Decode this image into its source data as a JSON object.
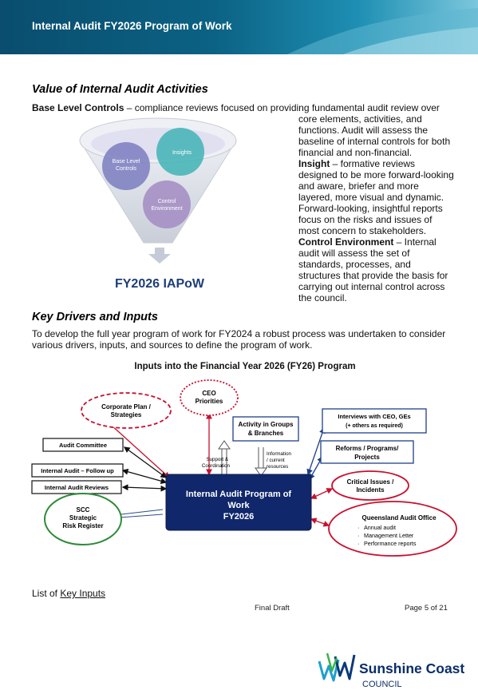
{
  "header": {
    "title": "Internal Audit FY2026 Program of Work"
  },
  "section1": {
    "heading": "Value of Internal Audit Activities",
    "base_label": "Base Level Controls",
    "base_text": " – compliance reviews focused on providing fundamental audit review over",
    "right_lines": [
      "core elements, activities, and",
      "functions. Audit will assess the",
      "baseline of internal controls for both",
      "financial and non-financial."
    ],
    "insight_label": "Insight",
    "insight_first": " – formative reviews",
    "insight_lines": [
      "designed to be more forward-looking",
      "and aware, briefer and more",
      "layered, more visual and dynamic.",
      "Forward-looking, insightful reports",
      "focus on the risks and issues of",
      "most concern to stakeholders."
    ],
    "control_label": "Control Environment",
    "control_first": " – Internal",
    "control_lines": [
      "audit will assess the set of",
      "standards, processes, and",
      "structures that provide the basis for",
      "carrying out internal control across",
      "the council."
    ]
  },
  "funnel": {
    "circle_base_line1": "Base Level",
    "circle_base_line2": "Controls",
    "circle_insights": "Insights",
    "circle_control_line1": "Control",
    "circle_control_line2": "Environment",
    "caption": "FY2026 IAPoW"
  },
  "section2": {
    "heading": "Key Drivers and Inputs",
    "body_line1": "To develop the full year program of work for FY2024 a robust process was undertaken to consider",
    "body_line2": "various drivers, inputs, and sources to define the program of work."
  },
  "diagram": {
    "title": "Inputs into the Financial Year 2026 (FY26) Program",
    "corporate_line1": "Corporate Plan /",
    "corporate_line2": "Strategies",
    "ceo_line1": "CEO",
    "ceo_line2": "Priorities",
    "activity_line1": "Activity in Groups",
    "activity_line2": "& Branches",
    "interviews_line1": "Interviews with CEO, GEs",
    "interviews_line2": "(+ others as required)",
    "audit_committee": "Audit Committee",
    "followup": "Internal Audit – Follow up",
    "reviews": "Internal Audit Reviews",
    "reforms_line1": "Reforms / Programs/",
    "reforms_line2": "Projects",
    "critical_line1": "Critical Issues /",
    "critical_line2": "Incidents",
    "qao_title": "Queensland Audit Office",
    "qao_items": [
      "Annual audit",
      "Management Letter",
      "Performance reports"
    ],
    "scc_line1": "SCC",
    "scc_line2": "Strategic",
    "scc_line3": "Risk Register",
    "support_line1": "Support &",
    "support_line2": "Coordination",
    "info_line1": "Information",
    "info_line2": "/ current",
    "info_line3": "resources",
    "center_line1": "Internal Audit Program of",
    "center_line2": "Work",
    "center_line3": "FY2026"
  },
  "list_prefix": "List of ",
  "list_link": "Key Inputs",
  "footer": {
    "status": "Final Draft",
    "page": "Page 5 of 21"
  },
  "logo": {
    "name": "Sunshine Coast",
    "sub": "COUNCIL"
  }
}
